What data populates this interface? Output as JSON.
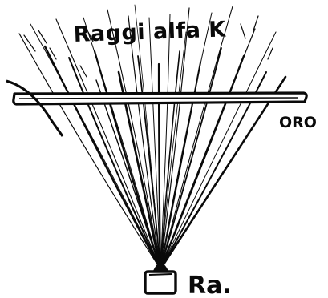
{
  "labels": {
    "rays": "Raggi alfa K",
    "gold": "ORO",
    "source": "Ra."
  },
  "colors": {
    "ink": "#0a0a0a",
    "paper": "#ffffff"
  }
}
